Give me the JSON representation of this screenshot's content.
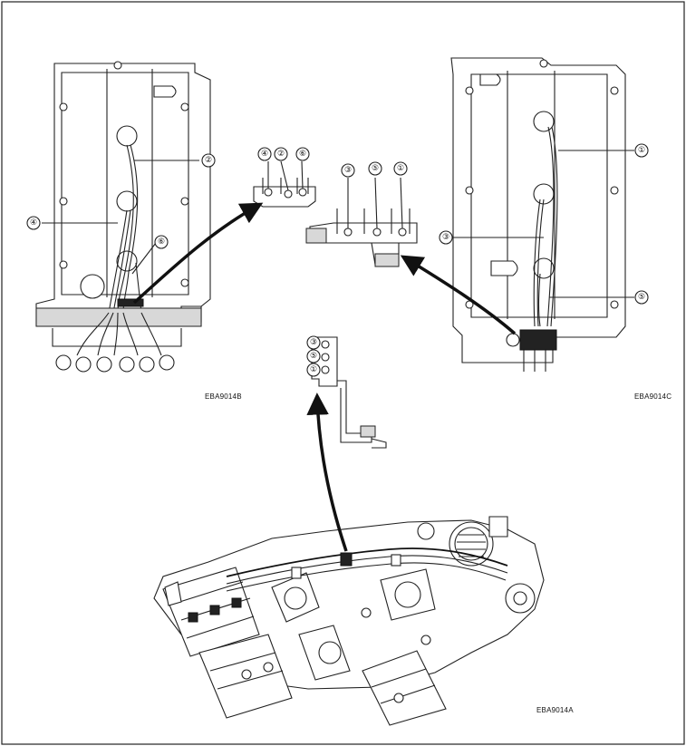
{
  "figure": {
    "codes": {
      "left": "EBA9014B",
      "right": "EBA9014C",
      "bottom": "EBA9014A"
    },
    "left_head": {
      "callouts": [
        "②",
        "④",
        "⑥"
      ]
    },
    "left_bracket": {
      "slots": [
        "④",
        "②",
        "⑥"
      ]
    },
    "right_bracket": {
      "slots": [
        "③",
        "⑤",
        "①"
      ]
    },
    "right_head": {
      "callouts": [
        "①",
        "③",
        "⑤"
      ]
    },
    "center_bracket": {
      "slots": [
        "③",
        "⑤",
        "①"
      ]
    },
    "colors": {
      "ink": "#222222",
      "paper": "#ffffff"
    }
  }
}
